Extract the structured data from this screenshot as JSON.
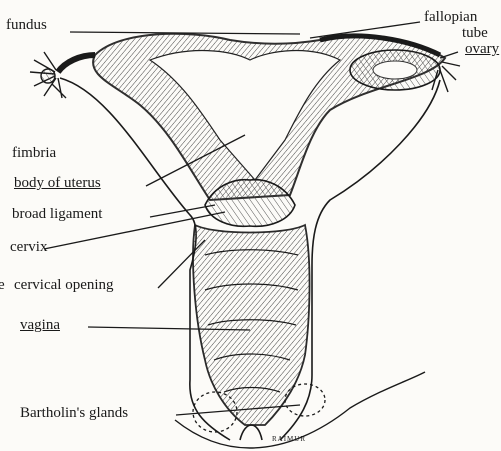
{
  "diagram": {
    "labels": {
      "fundus": "fundus",
      "fallopian_tube_line1": "fallopian",
      "fallopian_tube_line2": "tube",
      "ovary": "ovary",
      "fimbria": "fimbria",
      "body_of_uterus": "body of uterus",
      "broad_ligament": "broad ligament",
      "cervix": "cervix",
      "cervical_opening": "cervical opening",
      "vagina": "vagina",
      "bartholins_glands": "Bartholin's glands",
      "signature": "RAIMUR",
      "cut_left_e": "e"
    },
    "colors": {
      "ink": "#1a1a1a",
      "paper": "#fcfbf8",
      "shade": "#555555"
    }
  }
}
